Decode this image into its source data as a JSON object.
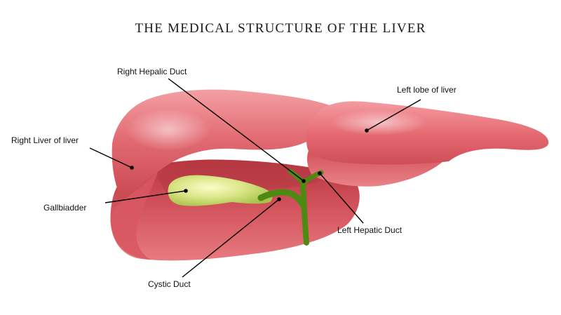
{
  "title": "THE MEDICAL STRUCTURE OF THE LIVER",
  "labels": {
    "right_hepatic_duct": "Right Hepalic Duct",
    "left_lobe": "Left lobe of liver",
    "right_liver": "Right Liver of liver",
    "gallbladder": "Gallbiadder",
    "left_hepatic_duct": "Left Hepatic Duct",
    "cystic_duct": "Cystic Duct"
  },
  "colors": {
    "liver_light": "#f08a90",
    "liver_mid": "#e0636b",
    "liver_dark": "#c9434d",
    "liver_shadow": "#a9323c",
    "gallbladder_light": "#f4f7b0",
    "gallbladder_dark": "#b6cc52",
    "duct": "#4d8a12",
    "leader": "#000000"
  }
}
